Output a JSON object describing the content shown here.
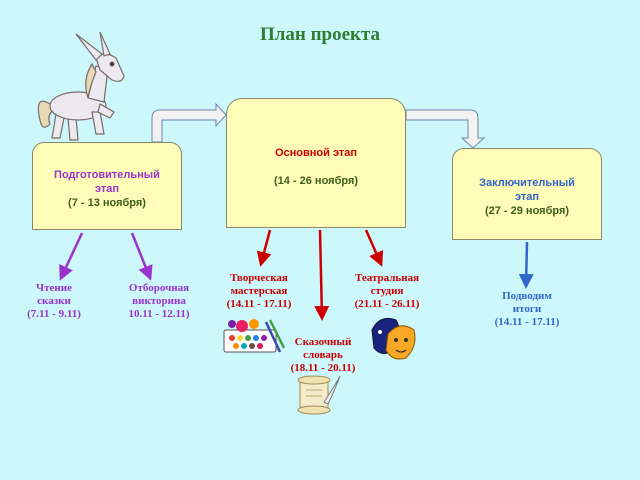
{
  "title": "План проекта",
  "stages": {
    "preparatory": {
      "name_line1": "Подготовительный",
      "name_line2": "этап",
      "dates": "(7 - 13 ноября)"
    },
    "main": {
      "name": "Основной этап",
      "dates": "(14 - 26 ноября)"
    },
    "final": {
      "name_line1": "Заключительный",
      "name_line2": "этап",
      "dates": "(27 - 29 ноября)"
    }
  },
  "activities": {
    "reading": {
      "line1": "Чтение",
      "line2": "сказки",
      "dates": "(7.11 - 9.11)"
    },
    "quiz": {
      "line1": "Отборочная",
      "line2": "викторина",
      "dates": "10.11 - 12.11)"
    },
    "workshop": {
      "line1": "Творческая",
      "line2": "мастерская",
      "dates": "(14.11 - 17.11)"
    },
    "dictionary": {
      "line1": "Сказочный",
      "line2": "словарь",
      "dates": "(18.11 - 20.11)"
    },
    "theater": {
      "line1": "Театральная",
      "line2": "студия",
      "dates": "(21.11 - 26.11)"
    },
    "summary": {
      "line1": "Подводим",
      "line2": "итоги",
      "dates": "(14.11 - 17.11)"
    }
  },
  "colors": {
    "background": "#ccf7fb",
    "box_fill": "#fffdb8",
    "title": "#2e7d32",
    "purple": "#9933cc",
    "red": "#cc0000",
    "blue": "#3366cc"
  },
  "icons": [
    "horse-icon",
    "art-supplies-icon",
    "scroll-quill-icon",
    "theater-masks-icon"
  ]
}
